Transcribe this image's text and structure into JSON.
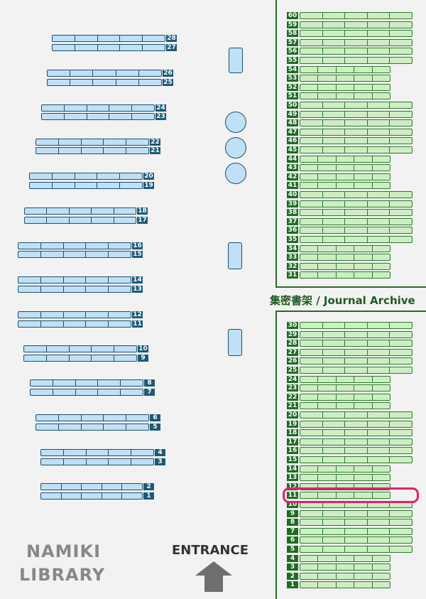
{
  "library": {
    "name_line1": "NAMIKI",
    "name_line2": "LIBRARY"
  },
  "entrance": {
    "label": "ENTRANCE"
  },
  "archive": {
    "label": "集密書架 / Journal Archive"
  },
  "general_shelves": [
    "28",
    "27",
    "26",
    "25",
    "24",
    "23",
    "22",
    "21",
    "20",
    "19",
    "18",
    "17",
    "16",
    "15",
    "14",
    "13",
    "12",
    "11",
    "10",
    "9",
    "8",
    "7",
    "6",
    "5",
    "4",
    "3",
    "2",
    "1"
  ],
  "archive_top_shelves": [
    "60",
    "59",
    "58",
    "57",
    "56",
    "55",
    "54",
    "53",
    "52",
    "51",
    "50",
    "49",
    "48",
    "47",
    "46",
    "45",
    "44",
    "43",
    "42",
    "41",
    "40",
    "39",
    "38",
    "37",
    "36",
    "35",
    "34",
    "33",
    "32",
    "31"
  ],
  "archive_bottom_shelves": [
    "30",
    "29",
    "28",
    "27",
    "26",
    "25",
    "24",
    "23",
    "22",
    "21",
    "20",
    "19",
    "18",
    "17",
    "16",
    "15",
    "14",
    "13",
    "12",
    "11",
    "10",
    "9",
    "8",
    "7",
    "6",
    "5",
    "4",
    "3",
    "2",
    "1"
  ],
  "highlighted_shelf": "11",
  "colors": {
    "highlight": "#e0206e",
    "general_shelf": "#bfe0f5",
    "archive_shelf": "#cdeec2",
    "label_blue": "#1b5a78",
    "label_green": "#1f6b24"
  },
  "icons": {
    "entrance": "up-arrow-icon"
  }
}
